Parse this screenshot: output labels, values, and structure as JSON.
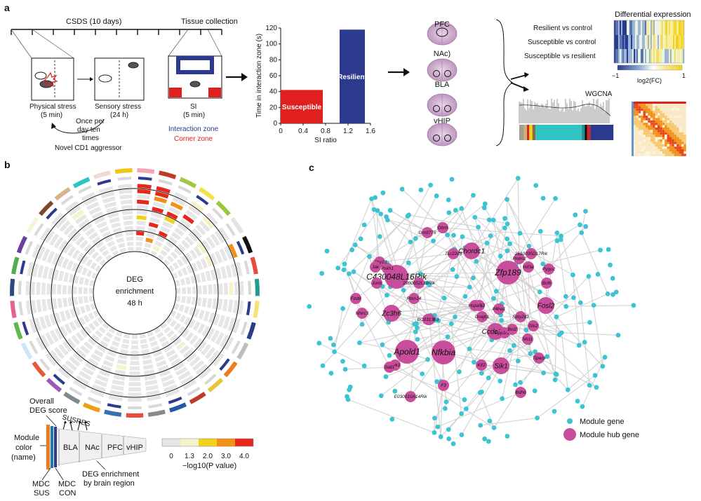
{
  "panel_a": {
    "label": "a",
    "timeline_title": "CSDS (10 days)",
    "tissue_label": "Tissue collection",
    "physical_stress": "Physical stress",
    "physical_time": "(5 min)",
    "sensory_stress": "Sensory stress",
    "sensory_time": "(24 h)",
    "si_label": "SI",
    "si_time": "(5 min)",
    "repeat_line1": "Once per",
    "repeat_line2": "day ten",
    "repeat_line3": "times",
    "aggressor": "Novel CD1 aggressor",
    "interaction_zone": "Interaction zone",
    "corner_zone": "Corner zone",
    "brain_regions": [
      "PFC",
      "NAc)",
      "BLA",
      "vHIP"
    ],
    "diff_expr_title": "Differential expression",
    "comparisons": [
      "Resilient vs control",
      "Susceptible vs control",
      "Susceptible vs resilient"
    ],
    "colorbar_min": "−1",
    "colorbar_max": "1",
    "colorbar_label": "log2(FC)",
    "wgcna_label": "WGCNA"
  },
  "chart_data": {
    "type": "bar",
    "categories": [
      "Susceptible",
      "Resilient"
    ],
    "x_ranges": [
      [
        0,
        0.75
      ],
      [
        1.05,
        1.5
      ]
    ],
    "values": [
      42,
      118
    ],
    "bar_labels": [
      "Susceptible",
      "Resilient"
    ],
    "bar_colors": [
      "#e0201f",
      "#2b3a8c"
    ],
    "xlabel": "SI ratio",
    "ylabel": "Time in interaction zone (s)",
    "xlim": [
      0,
      1.6
    ],
    "ylim": [
      0,
      120
    ],
    "xticks": [
      "0",
      "0.4",
      "0.8",
      "1.2",
      "1.6"
    ],
    "yticks": [
      "0",
      "20",
      "40",
      "60",
      "80",
      "100",
      "120"
    ],
    "grid": false
  },
  "panel_b": {
    "label": "b",
    "center_line1": "DEG",
    "center_line2": "enrichment",
    "center_line3": "48 h",
    "overall_score_line1": "Overall",
    "overall_score_line2": "DEG score",
    "sus_res": "SUSRES",
    "module_color_line1": "Module",
    "module_color_line2": "color",
    "module_color_line3": "(name)",
    "regions": [
      "BLA",
      "NAc",
      "PFC",
      "vHIP"
    ],
    "mdc_sus_1": "MDC",
    "mdc_sus_2": "SUS",
    "mdc_con_1": "MDC",
    "mdc_con_2": "CON",
    "deg_by_region_1": "DEG enrichment",
    "deg_by_region_2": "by brain region",
    "legend_ticks": [
      "0",
      "1.3",
      "2.0",
      "3.0",
      "4.0"
    ],
    "legend_colors": [
      "#e6e6e6",
      "#f7f3c8",
      "#f2d21c",
      "#f39018",
      "#e9261a"
    ],
    "legend_title": "−log10(P value)",
    "module_colors": [
      "#f4a3b4",
      "#c0392b",
      "#a0c94a",
      "#f2e34b",
      "#9bc53d",
      "#e3e3e3",
      "#111111",
      "#e74c3c",
      "#1f9e8f",
      "#f7e27a",
      "#2c3e88",
      "#bdbdbd",
      "#e67e22",
      "#e8c53a",
      "#c0392b",
      "#2457a6",
      "#8a8a8a",
      "#e74c3c",
      "#3a6fb0",
      "#f39c12",
      "#7f8c8d",
      "#9b59b6",
      "#e15b3a",
      "#cfe7f3",
      "#61b74a",
      "#e8608e",
      "#2c4a7d",
      "#4caf50",
      "#6b3fa0",
      "#f5f5dc",
      "#7b4a2b",
      "#d9b38c",
      "#2ec4c4",
      "#f2d7d5",
      "#f1c40f"
    ],
    "ring_rows": [
      [
        "#e9261a",
        "#e9261a",
        "#f39018",
        "#f7f3c8",
        "#e6e6e6",
        "#e6e6e6",
        "#f39018",
        "#e6e6e6",
        "#e6e6e6",
        "#e6e6e6",
        "#e6e6e6",
        "#e6e6e6",
        "#e6e6e6",
        "#e6e6e6",
        "#e6e6e6",
        "#e6e6e6",
        "#e6e6e6",
        "#e6e6e6"
      ],
      [
        "#f39018",
        "#e9261a",
        "#f2d21c",
        "#e6e6e6",
        "#e6e6e6",
        "#f7f3c8",
        "#e6e6e6",
        "#e6e6e6",
        "#e6e6e6",
        "#e6e6e6",
        "#e6e6e6",
        "#e6e6e6",
        "#e6e6e6",
        "#e6e6e6",
        "#e6e6e6",
        "#e6e6e6",
        "#e6e6e6",
        "#e6e6e6"
      ],
      [
        "#f2d21c",
        "#e9261a",
        "#e9261a",
        "#e6e6e6",
        "#e6e6e6",
        "#e6e6e6",
        "#e6e6e6",
        "#e6e6e6",
        "#e6e6e6",
        "#e6e6e6",
        "#e6e6e6",
        "#e6e6e6",
        "#e6e6e6",
        "#e6e6e6",
        "#e6e6e6",
        "#e6e6e6",
        "#e6e6e6",
        "#e6e6e6"
      ],
      [
        "#e9261a",
        "#f39018",
        "#f7f3c8",
        "#e6e6e6",
        "#e6e6e6",
        "#e6e6e6",
        "#e6e6e6",
        "#e6e6e6",
        "#e6e6e6",
        "#e6e6e6",
        "#e6e6e6",
        "#e6e6e6",
        "#e6e6e6",
        "#e6e6e6",
        "#e6e6e6",
        "#e6e6e6",
        "#e6e6e6",
        "#e6e6e6"
      ]
    ]
  },
  "panel_c": {
    "label": "c",
    "legend_module_gene": "Module gene",
    "legend_hub_gene": "Module hub gene",
    "module_gene_color": "#3ec3d3",
    "hub_gene_color": "#c84d9b",
    "hub_genes": [
      {
        "name": "Zfp189",
        "size": 3
      },
      {
        "name": "C430048L16Rik",
        "size": 3
      },
      {
        "name": "Apold1",
        "size": 3
      },
      {
        "name": "Nfkbia",
        "size": 3
      },
      {
        "name": "Ccdc117",
        "size": 2
      },
      {
        "name": "Sik1",
        "size": 2
      },
      {
        "name": "Fosl2",
        "size": 2
      },
      {
        "name": "Chordc1",
        "size": 2
      },
      {
        "name": "Zc3h6",
        "size": 2
      },
      {
        "name": "Gm9776",
        "size": 1
      },
      {
        "name": "Spty2d1",
        "size": 1
      },
      {
        "name": "Mcl1",
        "size": 1
      },
      {
        "name": "Tiparp",
        "size": 1
      },
      {
        "name": "Klf2",
        "size": 1
      },
      {
        "name": "Pskh1",
        "size": 1
      },
      {
        "name": "Rbm14",
        "size": 1
      },
      {
        "name": "Nhlrc3",
        "size": 1
      },
      {
        "name": "Bdh6",
        "size": 1
      },
      {
        "name": "P2ry13",
        "size": 1
      },
      {
        "name": "Prdm2",
        "size": 1
      },
      {
        "name": "Pygo2",
        "size": 1
      },
      {
        "name": "Sgk1",
        "size": 1
      },
      {
        "name": "Junb",
        "size": 1
      },
      {
        "name": "Fzd8",
        "size": 1
      },
      {
        "name": "Jak",
        "size": 1
      },
      {
        "name": "Ddit4",
        "size": 1
      },
      {
        "name": "Kcnj2",
        "size": 1
      },
      {
        "name": "Tsc22d3",
        "size": 1
      },
      {
        "name": "Hif3a",
        "size": 1
      },
      {
        "name": "Bcl6",
        "size": 1
      },
      {
        "name": "Gls2",
        "size": 1
      },
      {
        "name": "E030010A14Rik",
        "size": 1
      },
      {
        "name": "F3",
        "size": 1
      },
      {
        "name": "Sall1",
        "size": 1
      },
      {
        "name": "Ghrh",
        "size": 1
      },
      {
        "name": "Dnajb1",
        "size": 1
      },
      {
        "name": "P4ha1",
        "size": 1
      },
      {
        "name": "Ppp1r15a",
        "size": 1
      },
      {
        "name": "2610035D17Rik",
        "size": 1
      },
      {
        "name": "2900052L18Rik",
        "size": 1
      },
      {
        "name": "BC031353",
        "size": 1
      },
      {
        "name": "Hspa5",
        "size": 1
      },
      {
        "name": "Bcl2",
        "size": 1
      }
    ]
  }
}
